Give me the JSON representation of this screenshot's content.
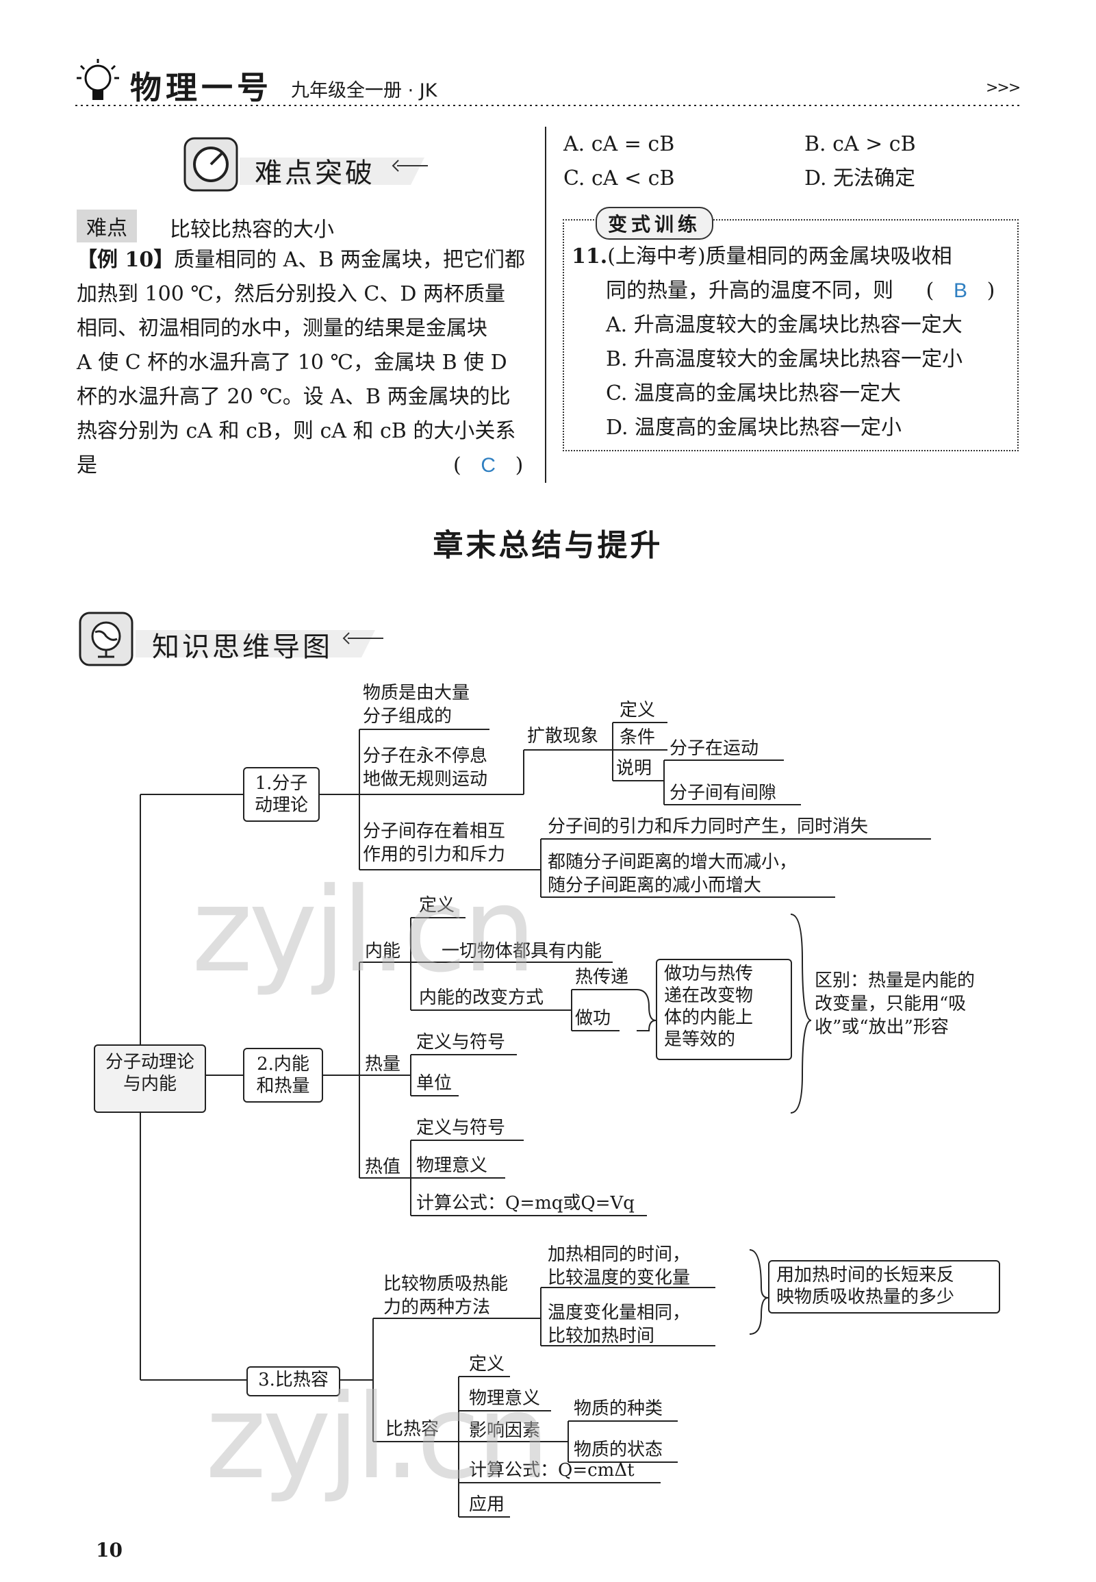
{
  "header": {
    "brand": "物理一号",
    "grade": "九年级全一册 · JK",
    "chevrons": ">>>"
  },
  "difficulty": {
    "section_title": "难点突破",
    "badge": "难点",
    "topic": "比较比热容的大小",
    "example_label": "【例 10】",
    "example_lines": [
      "质量相同的 A、B 两金属块，把它们都",
      "加热到 100 ℃，然后分别投入 C、D 两杯质量",
      "相同、初温相同的水中，测量的结果是金属块",
      "A 使 C 杯的水温升高了 10 ℃，金属块 B 使 D",
      "杯的水温升高了 20 ℃。设 A、B 两金属块的比",
      "热容分别为 cA 和 cB，则 cA 和 cB 的大小关系",
      "是"
    ],
    "example_answer": "C",
    "options": [
      "A. cA = cB",
      "B. cA > cB",
      "C. cA < cB",
      "D. 无法确定"
    ]
  },
  "training": {
    "badge": "变式训练",
    "number": "11.",
    "stem_lines": [
      "(上海中考)质量相同的两金属块吸收相",
      "同的热量，升高的温度不同，则"
    ],
    "answer": "B",
    "options": [
      "A. 升高温度较大的金属块比热容一定大",
      "B. 升高温度较大的金属块比热容一定小",
      "C. 温度高的金属块比热容一定大",
      "D. 温度高的金属块比热容一定小"
    ]
  },
  "chapter_title": "章末总结与提升",
  "mindmap_title": "知识思维导图",
  "mindmap": {
    "root": [
      "分子动理论",
      "与内能"
    ],
    "b1": [
      "1.分子",
      "动理论"
    ],
    "b1_n1": [
      "物质是由大量",
      "分子组成的"
    ],
    "b1_n2": [
      "分子在永不停息",
      "地做无规则运动"
    ],
    "b1_n3": [
      "分子间存在着相互",
      "作用的引力和斥力"
    ],
    "diffusion": "扩散现象",
    "def1": "定义",
    "condition": "条件",
    "explain": "说明",
    "mol_moving": "分子在运动",
    "mol_gap": "分子间有间隙",
    "force_same": "分子间的引力和斥力同时产生，同时消失",
    "force_change": [
      "都随分子间距离的增大而减小，",
      "随分子间距离的减小而增大"
    ],
    "b2": [
      "2.内能",
      "和热量"
    ],
    "internal": "内能",
    "def2": "定义",
    "all_objects": "一切物体都具有内能",
    "change_ways": "内能的改变方式",
    "heat_transfer": "热传递",
    "doing_work": "做功",
    "equiv_box": [
      "做功与热传",
      "递在改变物",
      "体的内能上",
      "是等效的"
    ],
    "difference": [
      "区别：热量是内能的",
      "改变量，只能用“吸",
      "收”或“放出”形容"
    ],
    "heat": "热量",
    "def_symbol1": "定义与符号",
    "unit": "单位",
    "heat_value": "热值",
    "def_symbol2": "定义与符号",
    "phys_meaning1": "物理意义",
    "formula_q": "计算公式：Q=mq或Q=Vq",
    "b3": "3.比热容",
    "compare_methods": [
      "比较物质吸热能",
      "力的两种方法"
    ],
    "same_time": [
      "加热相同的时间，",
      "比较温度的变化量"
    ],
    "same_temp": [
      "温度变化量相同，",
      "比较加热时间"
    ],
    "heating_time_box": [
      "用加热时间的长短来反",
      "映物质吸收热量的多少"
    ],
    "specific_heat": "比热容",
    "def3": "定义",
    "phys_meaning2": "物理意义",
    "factors": "影响因素",
    "substance_type": "物质的种类",
    "substance_state": "物质的状态",
    "formula_c": "计算公式：Q=cmΔt",
    "application": "应用"
  },
  "watermark": "zyjl.cn",
  "page_number": "10"
}
